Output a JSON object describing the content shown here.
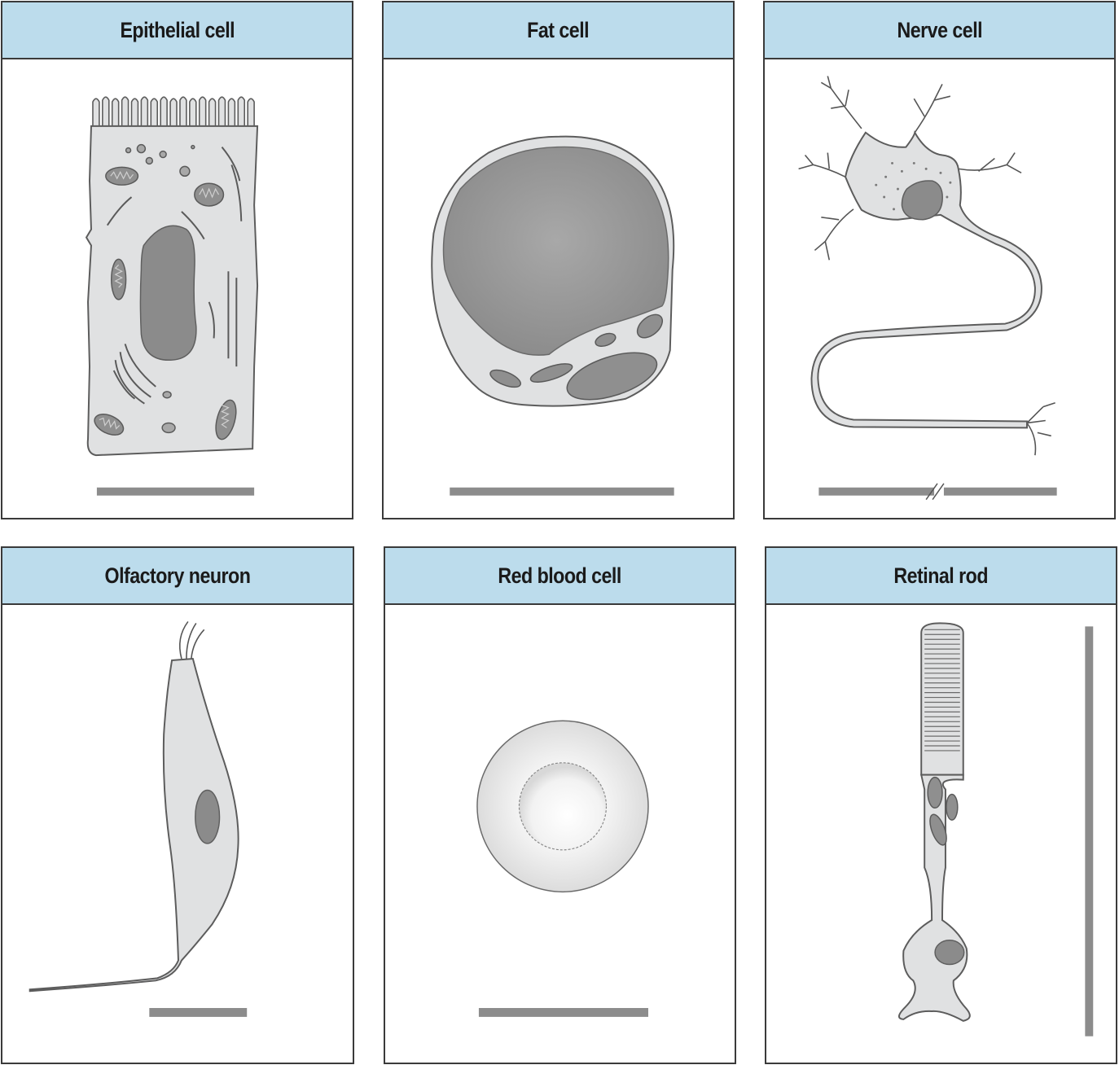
{
  "panels": [
    {
      "title": "Epithelial cell"
    },
    {
      "title": "Fat cell"
    },
    {
      "title": "Nerve cell"
    },
    {
      "title": "Olfactory neuron"
    },
    {
      "title": "Red blood cell"
    },
    {
      "title": "Retinal rod"
    }
  ],
  "colors": {
    "header": "#bcdcec",
    "border": "#3a3a3a",
    "cytoplasm": "#e0e1e2",
    "nucleus": "#8b8b8b",
    "scale_bar": "#8c8c8c"
  }
}
